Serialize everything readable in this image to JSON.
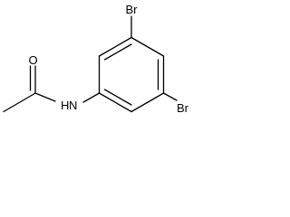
{
  "molecule": {
    "atoms": {
      "oxygen": "O",
      "nitrogen": "H",
      "nitrogen_symbol": "N",
      "bromine_top": "Br",
      "bromine_bottom": "Br"
    },
    "colors": {
      "bond": "#000000",
      "label": "#000000",
      "background": "#ffffff"
    }
  }
}
